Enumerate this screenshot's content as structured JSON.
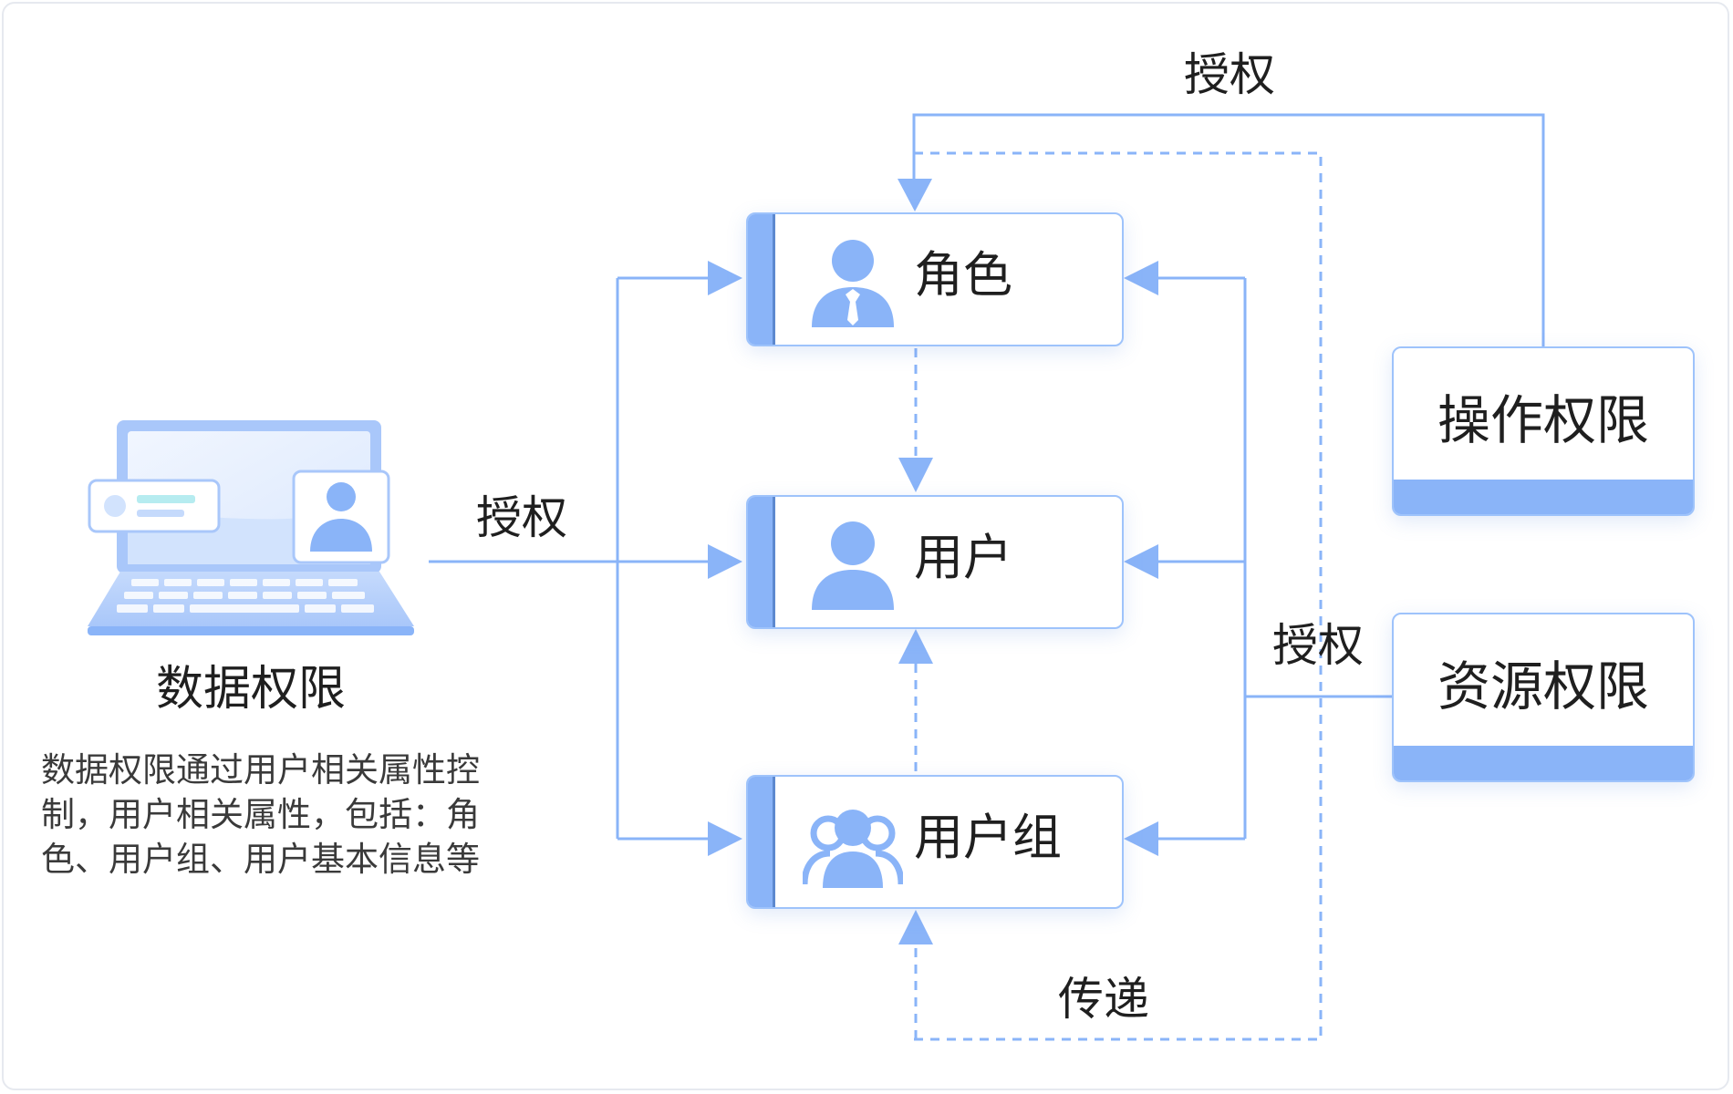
{
  "colors": {
    "line": "#8ab4f8",
    "accent": "#8ab4f8",
    "border": "#9ec3fb",
    "text": "#1f1f1f"
  },
  "edge_labels": {
    "top_authorize": "授权",
    "left_authorize": "授权",
    "right_authorize": "授权",
    "pass_down": "传递"
  },
  "nodes": {
    "role": {
      "label": "角色",
      "icon": "user-tie-icon"
    },
    "user": {
      "label": "用户",
      "icon": "user-icon"
    },
    "user_group": {
      "label": "用户组",
      "icon": "user-group-icon"
    }
  },
  "permissions": {
    "operation": "操作权限",
    "resource": "资源权限"
  },
  "data_permission": {
    "title": "数据权限",
    "description": "数据权限通过用户相关属性控制，用户相关属性，包括：角色、用户组、用户基本信息等",
    "icon": "laptop-icon"
  }
}
